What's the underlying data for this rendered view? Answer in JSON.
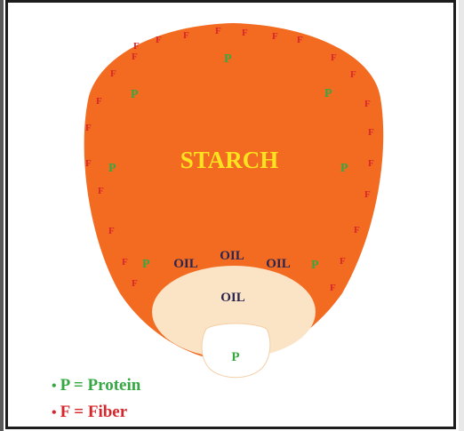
{
  "diagram": {
    "center_label": "STARCH",
    "oil_label": "OIL",
    "protein_mark": "P",
    "fiber_mark": "F",
    "embryo_label": "P"
  },
  "legend": {
    "bullet": "•",
    "protein": "P = Protein",
    "fiber": "F = Fiber"
  },
  "colors": {
    "starch": "#f26b21",
    "germ": "#fbe3c6",
    "fiber": "#d7262b",
    "protein": "#36a843",
    "oil": "#2a2450",
    "starch_text": "#fde31f"
  }
}
